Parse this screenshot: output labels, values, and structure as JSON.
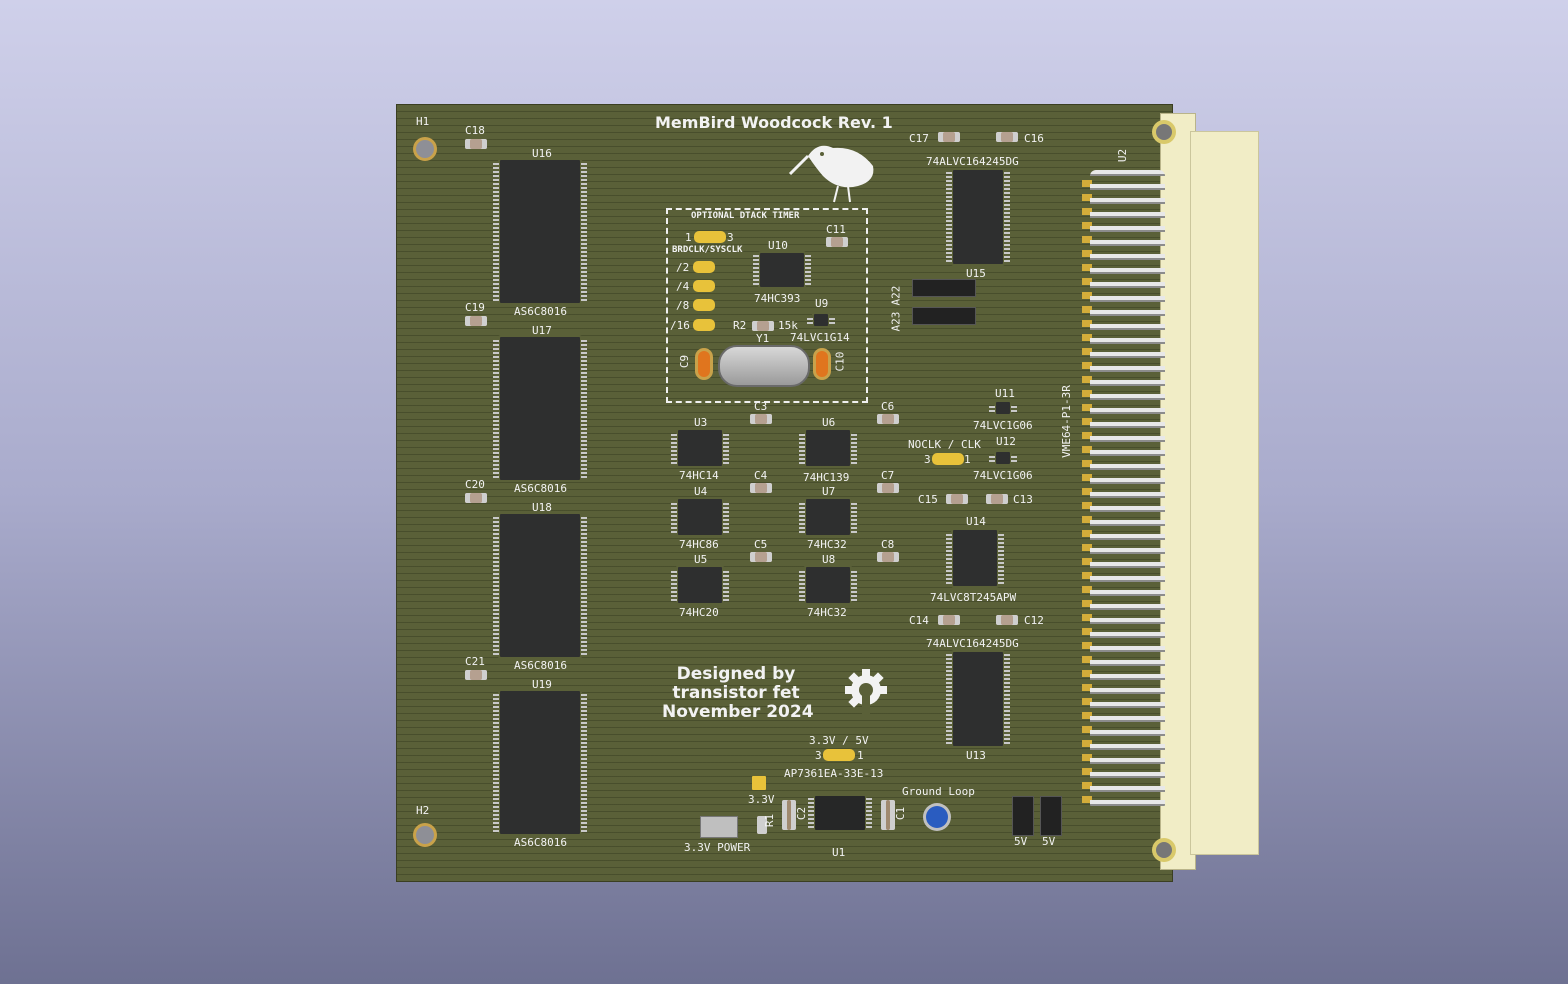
{
  "board": {
    "title": "MemBird Woodcock Rev. 1",
    "credit_line1": "Designed by",
    "credit_line2": "transistor fet",
    "credit_line3": "November 2024",
    "box_title": "OPTIONAL DTACK TIMER",
    "brdclk": "BRDCLK/SYSCLK",
    "div2": "/2",
    "div4": "/4",
    "div8": "/8",
    "div16": "/16",
    "pin1": "1",
    "pin3": "3",
    "noclk": "NOCLK / CLK",
    "v33_5v": "3.3V / 5V",
    "v33": "3.3V",
    "v33_power": "3.3V POWER",
    "ground_loop": "Ground Loop",
    "five_v_a": "5V",
    "five_v_b": "5V",
    "vme": "VME64-P1-3R",
    "a22": "A22",
    "a23": "A23",
    "r2_val": "15k"
  },
  "refs": {
    "h1": "H1",
    "h2": "H2",
    "u1": "U1",
    "u2": "U2",
    "u3": "U3",
    "u4": "U4",
    "u5": "U5",
    "u6": "U6",
    "u7": "U7",
    "u8": "U8",
    "u9": "U9",
    "u10": "U10",
    "u11": "U11",
    "u12": "U12",
    "u13": "U13",
    "u14": "U14",
    "u15": "U15",
    "u16": "U16",
    "u17": "U17",
    "u18": "U18",
    "u19": "U19",
    "c1": "C1",
    "c2": "C2",
    "c3": "C3",
    "c4": "C4",
    "c5": "C5",
    "c6": "C6",
    "c7": "C7",
    "c8": "C8",
    "c9": "C9",
    "c10": "C10",
    "c11": "C11",
    "c12": "C12",
    "c13": "C13",
    "c14": "C14",
    "c15": "C15",
    "c16": "C16",
    "c17": "C17",
    "c18": "C18",
    "c19": "C19",
    "c20": "C20",
    "c21": "C21",
    "r1": "R1",
    "r2": "R2",
    "y1": "Y1"
  },
  "parts": {
    "sram": "AS6C8016",
    "u3": "74HC14",
    "u4": "74HC86",
    "u5": "74HC20",
    "u6": "74HC139",
    "u7": "74HC32",
    "u8": "74HC32",
    "u9": "74LVC1G14",
    "u10": "74HC393",
    "u11": "74LVC1G06",
    "u12": "74LVC1G06",
    "u13": "74ALVC164245DG",
    "u14": "74LVC8T245APW",
    "u15": "74ALVC164245DG",
    "u1": "AP7361EA-33E-13"
  },
  "colors": {
    "board": "#5a6038",
    "silk": "#f2f2f2",
    "pad": "#e8c23a",
    "connector": "#f1edc6"
  },
  "icons": {
    "logo": "bird-logo-icon",
    "oshw": "open-hardware-gear-icon"
  }
}
